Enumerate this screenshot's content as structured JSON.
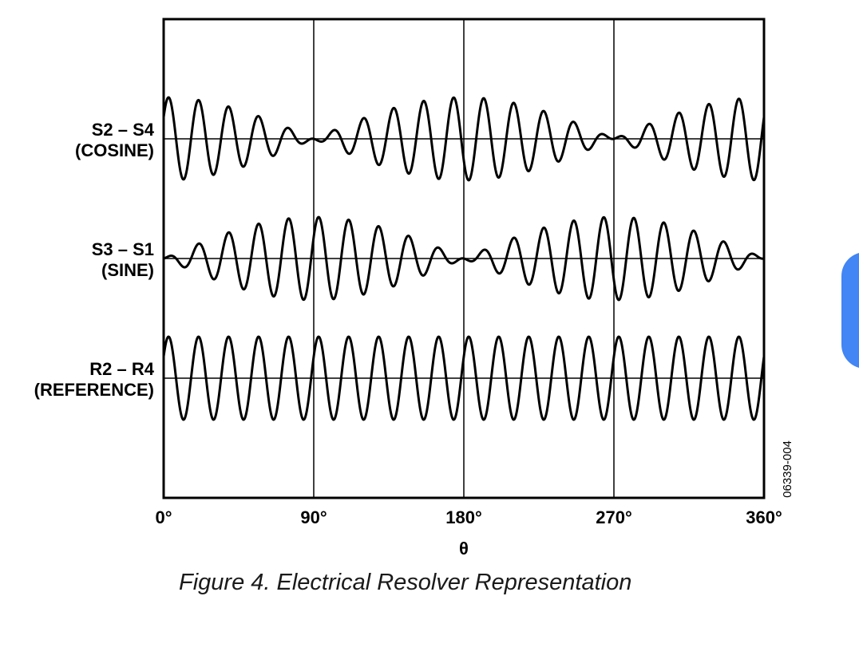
{
  "chart_data": {
    "type": "line",
    "title": "",
    "xlabel": "θ",
    "ylabel": "",
    "x_unit": "degrees",
    "xlim": [
      0,
      360
    ],
    "x_ticks": [
      0,
      90,
      180,
      270,
      360
    ],
    "x_tick_labels": [
      "0°",
      "90°",
      "180°",
      "270°",
      "360°"
    ],
    "grid": {
      "vertical": [
        90,
        180,
        270
      ]
    },
    "carrier_cycles": 20,
    "series": [
      {
        "name_line1": "S2 – S4",
        "name_line2": "(COSINE)",
        "envelope": "cos(θ)",
        "relative_amplitude": 1.0,
        "peak_count": 20
      },
      {
        "name_line1": "S3 – S1",
        "name_line2": "(SINE)",
        "envelope": "sin(θ)",
        "relative_amplitude": 1.0,
        "peak_count": 20
      },
      {
        "name_line1": "R2 – R4",
        "name_line2": "(REFERENCE)",
        "envelope": "constant",
        "relative_amplitude": 1.0,
        "peak_count": 20
      }
    ],
    "annotations": [
      "06339-004"
    ]
  },
  "caption": "Figure 4. Electrical Resolver Representation"
}
